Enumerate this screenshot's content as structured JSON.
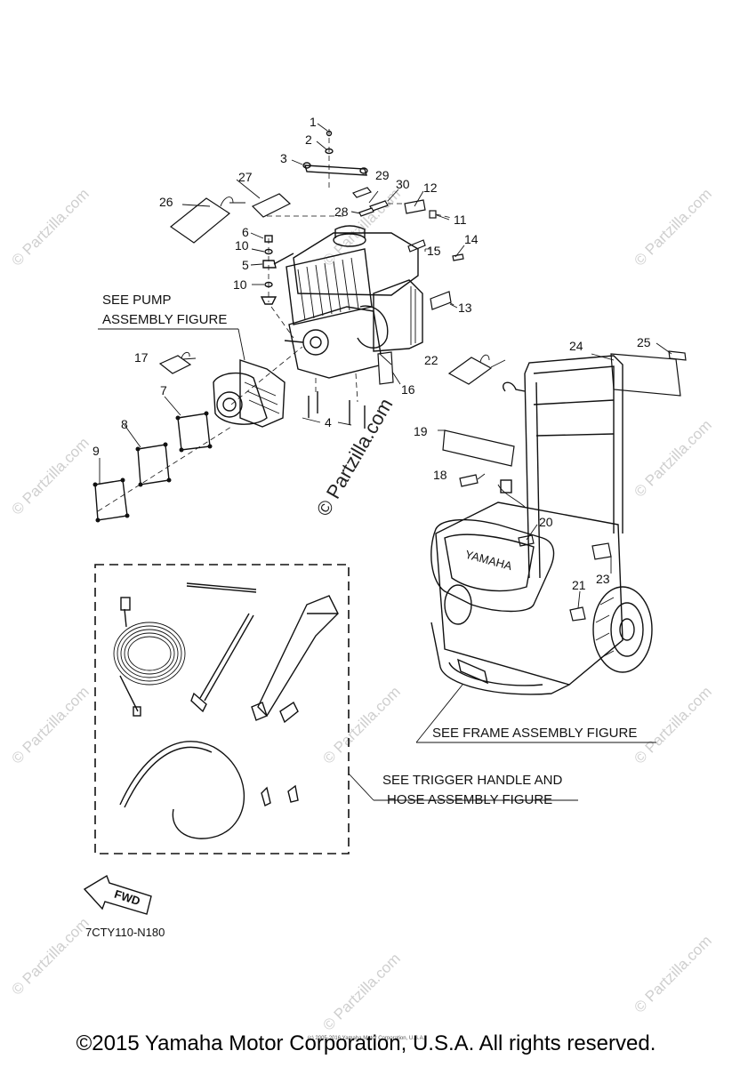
{
  "callouts": [
    "1",
    "2",
    "3",
    "4",
    "5",
    "6",
    "7",
    "8",
    "9",
    "10",
    "10",
    "11",
    "12",
    "13",
    "15",
    "14",
    "16",
    "17",
    "18",
    "19",
    "20",
    "21",
    "22",
    "23",
    "24",
    "25",
    "26",
    "27",
    "28",
    "29",
    "30"
  ],
  "notes": {
    "pump": [
      "SEE PUMP",
      "ASSEMBLY FIGURE"
    ],
    "frame": "SEE FRAME ASSEMBLY FIGURE",
    "trigger": [
      "SEE TRIGGER HANDLE AND",
      "HOSE ASSEMBLY FIGURE"
    ]
  },
  "fwd_label": "FWD",
  "brand_badge": "YAMAHA",
  "diagram_code": "7CTY110-N180",
  "watermark": "© Partzilla.com",
  "fine_print": "(c) 2005-2016 Yamaha Motor Corporation, U.S.A.",
  "copyright": "©2015 Yamaha Motor Corporation, U.S.A. All rights reserved."
}
